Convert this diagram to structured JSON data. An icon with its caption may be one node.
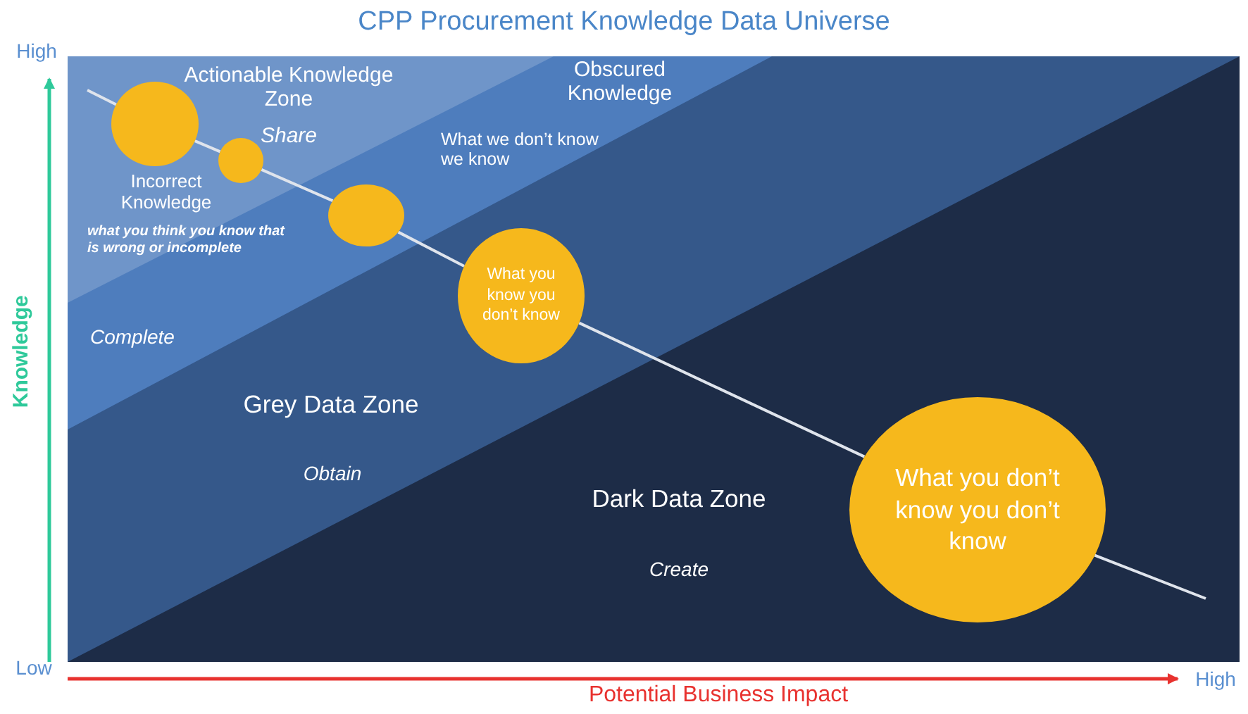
{
  "diagram": {
    "title": "CPP Procurement Knowledge Data Universe",
    "nodes": [
      {
        "text": [],
        "shape": "circle"
      },
      {
        "text": [],
        "shape": "circle"
      },
      {
        "text": [],
        "shape": "circle"
      },
      {
        "text": [
          "What you know you don’t know"
        ]
      },
      {
        "text": [
          "What you don’t know you don’t know"
        ]
      }
    ],
    "edges": [
      {
        "from": null,
        "to": 0,
        "arrow": "none"
      },
      {
        "from": 0,
        "to": 1,
        "arrow": "none"
      },
      {
        "from": 1,
        "to": 2,
        "arrow": "none"
      },
      {
        "from": 2,
        "to": 3,
        "arrow": "none"
      },
      {
        "from": 3,
        "to": 4,
        "arrow": "none"
      },
      {
        "from": 4,
        "to": null,
        "arrow": "none"
      }
    ],
    "labels": [
      "High",
      "Actionable Knowledge Zone",
      "Obscured Knowledge",
      "Share",
      "What we don’t know we know",
      "Incorrect Knowledge",
      "what you think you know that is wrong or incomplete",
      "Complete",
      "Knowledge",
      "Grey Data Zone",
      "Obtain",
      "Dark Data Zone",
      "Create",
      "Low",
      "High",
      "Potential Business Impact"
    ]
  }
}
